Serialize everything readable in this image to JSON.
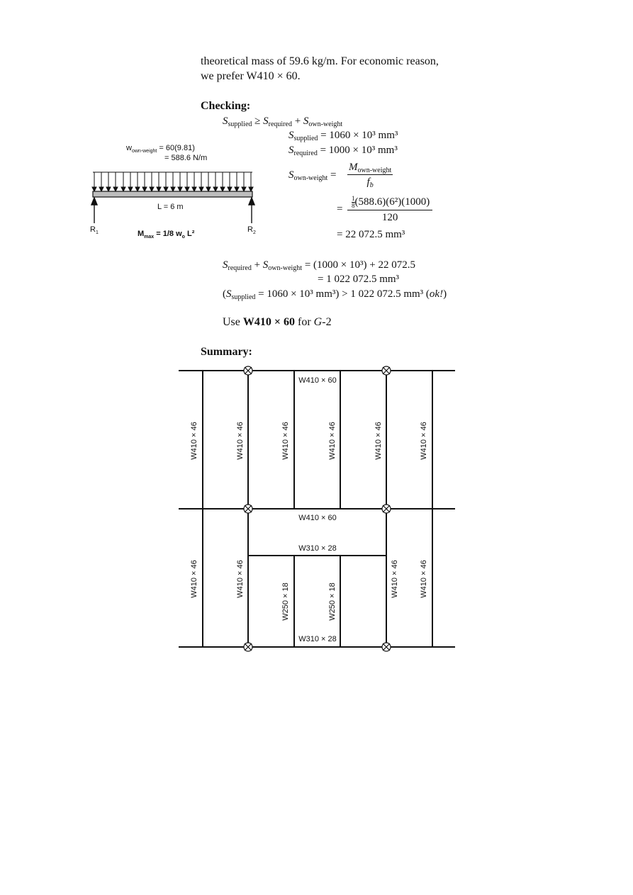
{
  "intro": {
    "line1": "theoretical mass of 59.6 kg/m.  For economic reason,",
    "line2": "we prefer W410 × 60."
  },
  "checking": {
    "heading": "Checking:",
    "criterion": {
      "s1": "supplied",
      "op1": " ≥ ",
      "s2": "required",
      "op2": " + ",
      "s3": "own-weight"
    },
    "supplied": {
      "sym": "supplied",
      "val": " = 1060 × 10³ mm³"
    },
    "required": {
      "sym": "required",
      "val": " = 1000 × 10³ mm³"
    },
    "ownweight": {
      "sym": "own-weight",
      "eq": " = ",
      "num_sub": "own-weight",
      "den_sub": "b"
    },
    "subst": {
      "eq": "=",
      "frac_n": "1",
      "frac_d": "8",
      "num": "(588.6)(6²)(1000)",
      "den": "120"
    },
    "result": "= 22 072.5 mm³",
    "sum": {
      "s1": "required",
      "plus": " + ",
      "s2": "own-weight",
      "val": " = (1000 × 10³) + 22 072.5"
    },
    "sum_result": "= 1 022 072.5 mm³",
    "compare": {
      "open": "(",
      "s": "supplied",
      "val": " = 1060 × 10³ mm³) > 1 022 072.5 mm³ (",
      "ok": "ok!",
      "close": ")"
    },
    "use": {
      "pre": "Use ",
      "section": "W410 × 60",
      "mid": " for ",
      "girder": "G",
      "post": "-2"
    }
  },
  "beam_diagram": {
    "w_label": "w",
    "w_sub": "own-weight",
    "w_eq": " = 60(9.81)",
    "w_eq2": "= 588.6 N/m",
    "span": "L = 6 m",
    "r1": "R",
    "r1_sub": "1",
    "r2": "R",
    "r2_sub": "2",
    "mmax": "M",
    "mmax_sub": "max",
    "mmax_eq": " = 1/8 w",
    "mmax_sub2": "o",
    "mmax_eq2": " L²"
  },
  "summary": {
    "heading": "Summary:",
    "top_bay": [
      "W410 × 46",
      "W410 × 46",
      "W410 × 46",
      "W410 × 46",
      "W410 × 46",
      "W410 × 46"
    ],
    "girder_top": "W410 × 60",
    "girder_mid": "W410 × 60",
    "header_beam": "W310 × 28",
    "bottom_left": [
      "W410 × 46",
      "W410 × 46"
    ],
    "bottom_mid": [
      "W250 × 18",
      "W250 × 18"
    ],
    "bottom_right": [
      "W410 × 46",
      "W410 × 46"
    ],
    "bottom_beam": "W310 × 28"
  }
}
